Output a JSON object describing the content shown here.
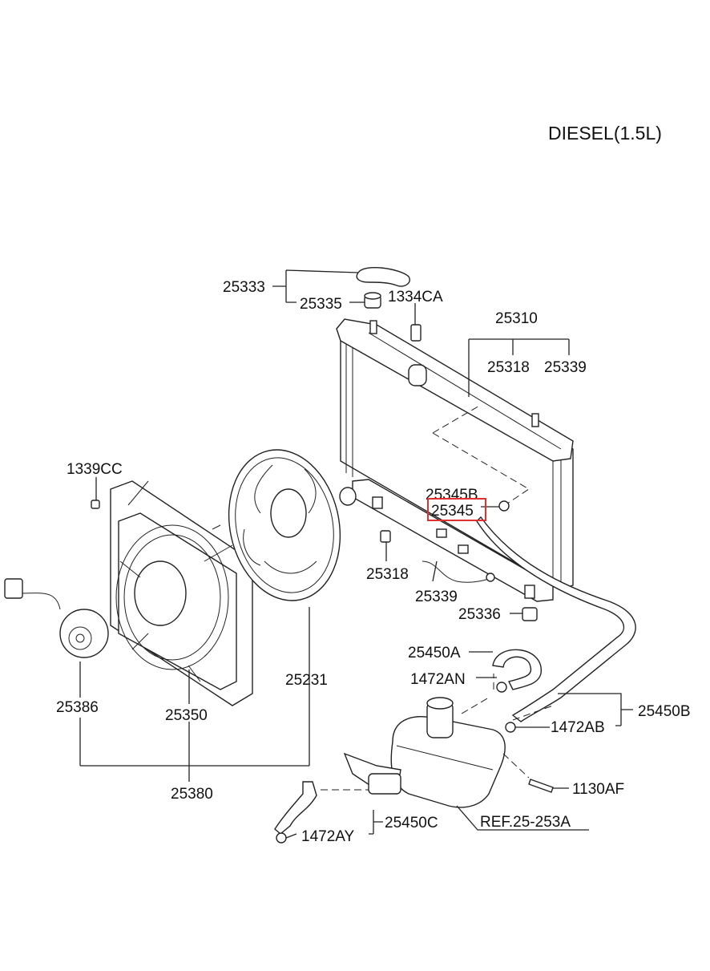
{
  "title": "DIESEL(1.5L)",
  "labels": {
    "p25333": "25333",
    "p25335": "25335",
    "p1334CA": "1334CA",
    "p25310": "25310",
    "p25318a": "25318",
    "p25339a": "25339",
    "p1339CC": "1339CC",
    "p25345B": "25345B",
    "p25345": "25345",
    "p25318b": "25318",
    "p25339b": "25339",
    "p25336": "25336",
    "p25450A": "25450A",
    "p1472AN": "1472AN",
    "p25231": "25231",
    "p25386": "25386",
    "p25350": "25350",
    "p25450B": "25450B",
    "p1472AB": "1472AB",
    "p25380": "25380",
    "p1130AF": "1130AF",
    "p25450C": "25450C",
    "pREF": "REF.25-253A",
    "p1472AY": "1472AY"
  },
  "highlight_label": "25345",
  "colors": {
    "highlight": "#e03030",
    "line": "#222222"
  }
}
